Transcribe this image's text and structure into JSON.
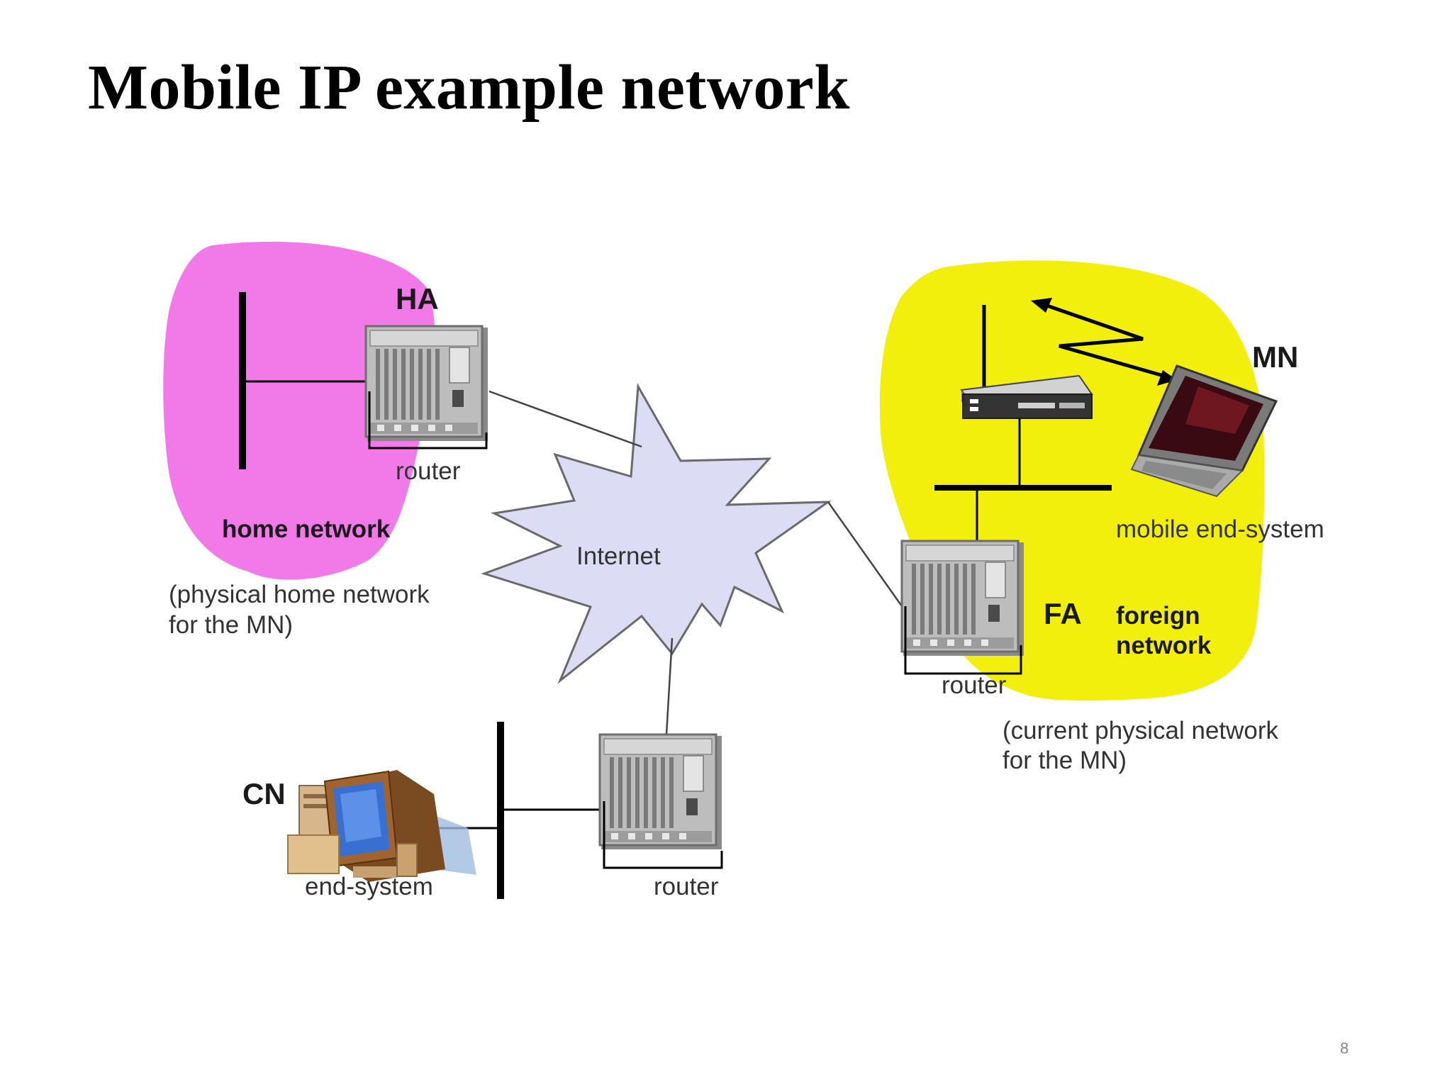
{
  "slide": {
    "title": "Mobile IP example network",
    "page_number": "8"
  },
  "diagram": {
    "home": {
      "agent_label": "HA",
      "router_label": "router",
      "network_label": "home network",
      "caption_line1": "(physical home network",
      "caption_line2": "for the MN)",
      "color": "#f27ae8"
    },
    "internet": {
      "label": "Internet",
      "color": "#dcdcf4"
    },
    "foreign": {
      "agent_label": "FA",
      "router_label": "router",
      "network_label_line1": "foreign",
      "network_label_line2": "network",
      "caption_line1": "(current physical network",
      "caption_line2": "for the MN)",
      "color": "#f3ef0c"
    },
    "mobile": {
      "node_label": "MN",
      "system_label": "mobile end-system"
    },
    "correspondent": {
      "node_label": "CN",
      "system_label": "end-system",
      "router_label": "router"
    }
  }
}
